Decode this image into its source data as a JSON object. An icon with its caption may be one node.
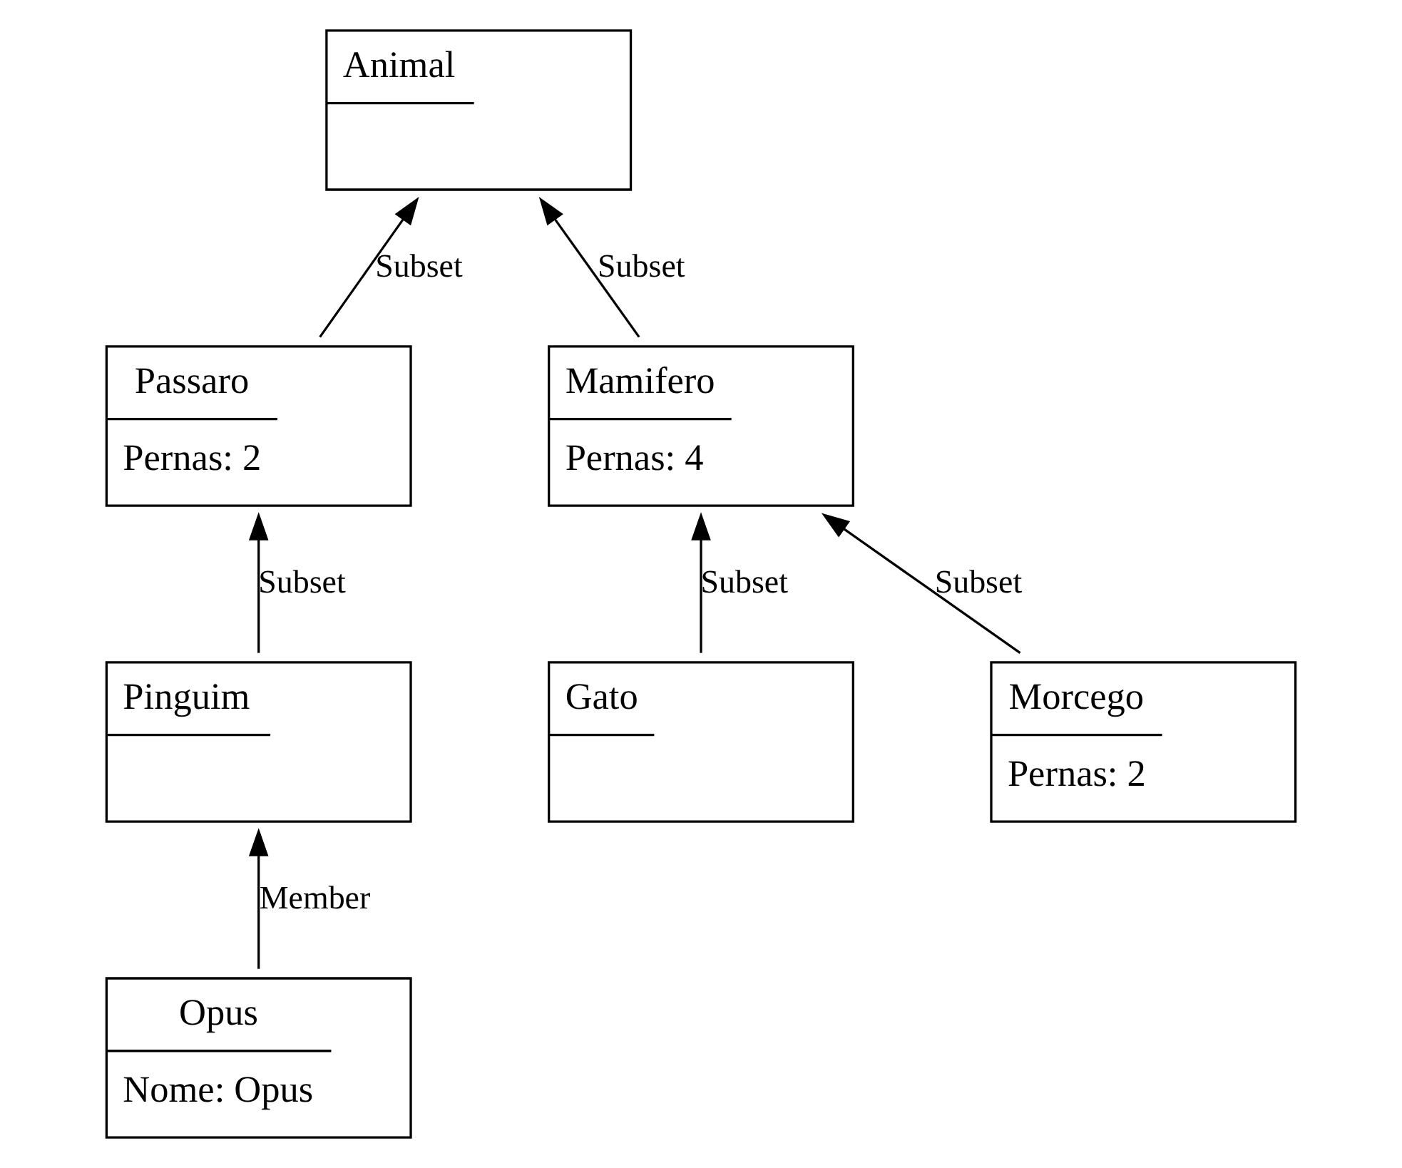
{
  "diagram": {
    "nodes": [
      {
        "text": [
          "Animal"
        ]
      },
      {
        "text": [
          "Passaro",
          "Pernas: 2"
        ]
      },
      {
        "text": [
          "Mamifero",
          "Pernas: 4"
        ]
      },
      {
        "text": [
          "Pinguim"
        ]
      },
      {
        "text": [
          "Gato"
        ]
      },
      {
        "text": [
          "Morcego",
          "Pernas: 2"
        ]
      },
      {
        "text": [
          "Opus",
          "Nome: Opus"
        ]
      }
    ],
    "edges": [
      {
        "from": 1,
        "to": 0,
        "arrow": "to",
        "label": "Subset"
      },
      {
        "from": 2,
        "to": 0,
        "arrow": "to",
        "label": "Subset"
      },
      {
        "from": 3,
        "to": 1,
        "arrow": "to",
        "label": "Subset"
      },
      {
        "from": 4,
        "to": 2,
        "arrow": "to",
        "label": "Subset"
      },
      {
        "from": 5,
        "to": 2,
        "arrow": "to",
        "label": "Subset"
      },
      {
        "from": 6,
        "to": 3,
        "arrow": "to",
        "label": "Member"
      }
    ]
  }
}
